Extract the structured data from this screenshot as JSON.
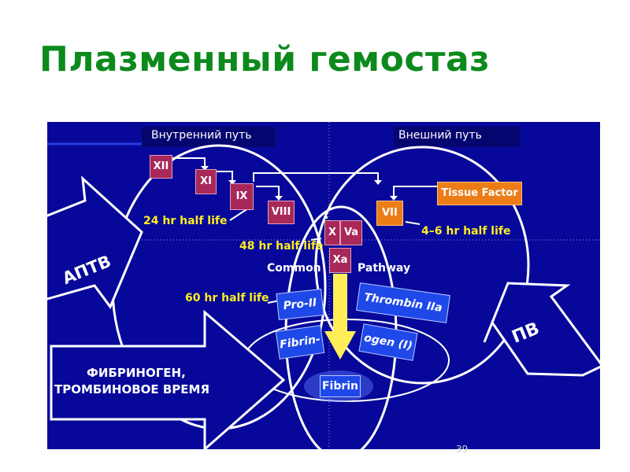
{
  "title": "Плазменный гемостаз",
  "diagram": {
    "intrinsic_label": "Внутренний путь",
    "extrinsic_label": "Внешний путь",
    "factors": {
      "xii": "XII",
      "xi": "XI",
      "ix": "IX",
      "viii": "VIII",
      "x": "X",
      "va": "Va",
      "xa": "Xa",
      "vii": "VII",
      "tissue_factor": "Tissue Factor"
    },
    "half_lives": {
      "ix": "24 hr half life",
      "vii": "4–6 hr half life",
      "x": "48 hr half life",
      "prothrombin": "60 hr half life"
    },
    "common_pathway": [
      "Common",
      "Pathway"
    ],
    "products": {
      "pro_ii": "Pro-II",
      "thrombin_iia": "Thrombin IIa",
      "fibrin_prefix": "Fibrin-",
      "ogen_i": "ogen (I)",
      "fibrin": "Fibrin"
    },
    "arrow_aptt": "АПТВ",
    "arrow_pt": "ПВ",
    "arrow_fibrinogen_lines": [
      "ФИБРИНОГЕН,",
      "ТРОМБИНОВОЕ ВРЕМЯ"
    ]
  },
  "page_number": "39",
  "colors": {
    "title": "#0c8a1c",
    "panel": "#07089a",
    "maroon_box": "#a8285a",
    "orange_box": "#ec7d16",
    "half_life_text": "#ffee22",
    "banner": "#1f48e8"
  }
}
